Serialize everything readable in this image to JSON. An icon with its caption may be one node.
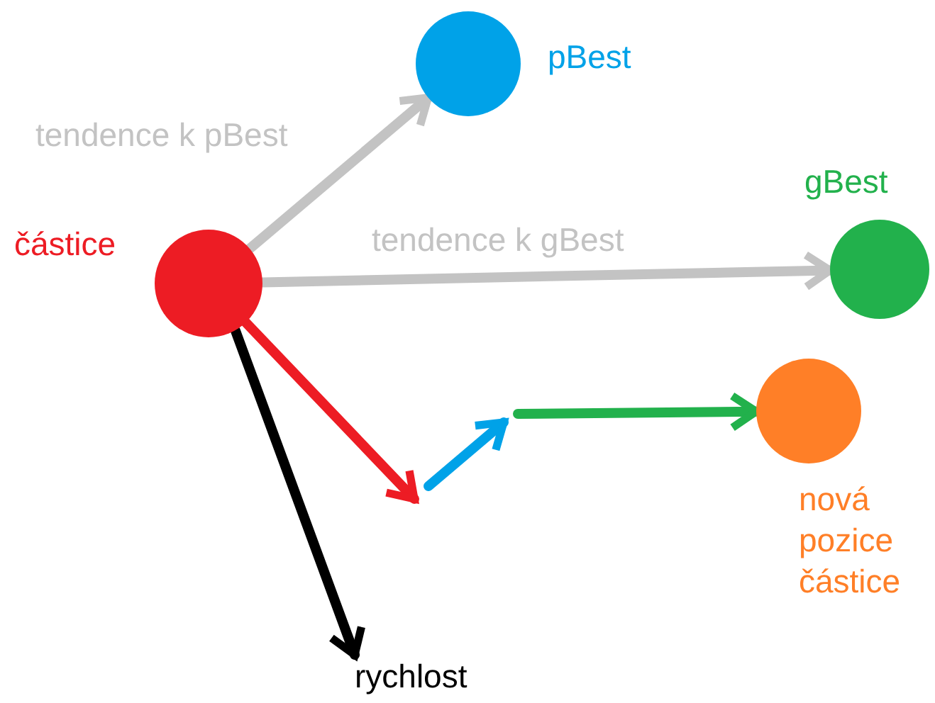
{
  "diagram": {
    "nodes": [
      {
        "text": [],
        "shape": "circle",
        "beside": [
          "pBest"
        ]
      },
      {
        "text": [],
        "shape": "circle",
        "beside": [
          "gBest"
        ]
      },
      {
        "text": [],
        "shape": "circle",
        "beside": [
          "částice"
        ]
      },
      {
        "text": [],
        "shape": "circle",
        "beside": [
          "nová pozice částice"
        ]
      },
      {
        "text": [
          "rychlost"
        ]
      }
    ],
    "edges": [
      {
        "from": 2,
        "to": 0,
        "arrow": "to",
        "label": "tendence k pBest",
        "color": "#c3c3c3"
      },
      {
        "from": 2,
        "to": 1,
        "arrow": "to",
        "label": "tendence k gBest",
        "color": "#c3c3c3"
      },
      {
        "from": 2,
        "to": 4,
        "arrow": "to",
        "color": "#000000"
      },
      {
        "from": 2,
        "to": null,
        "arrow": "to",
        "color": "#ed1c24"
      },
      {
        "from": null,
        "to": 3,
        "arrow": "to",
        "color": "#22b14c"
      }
    ]
  }
}
